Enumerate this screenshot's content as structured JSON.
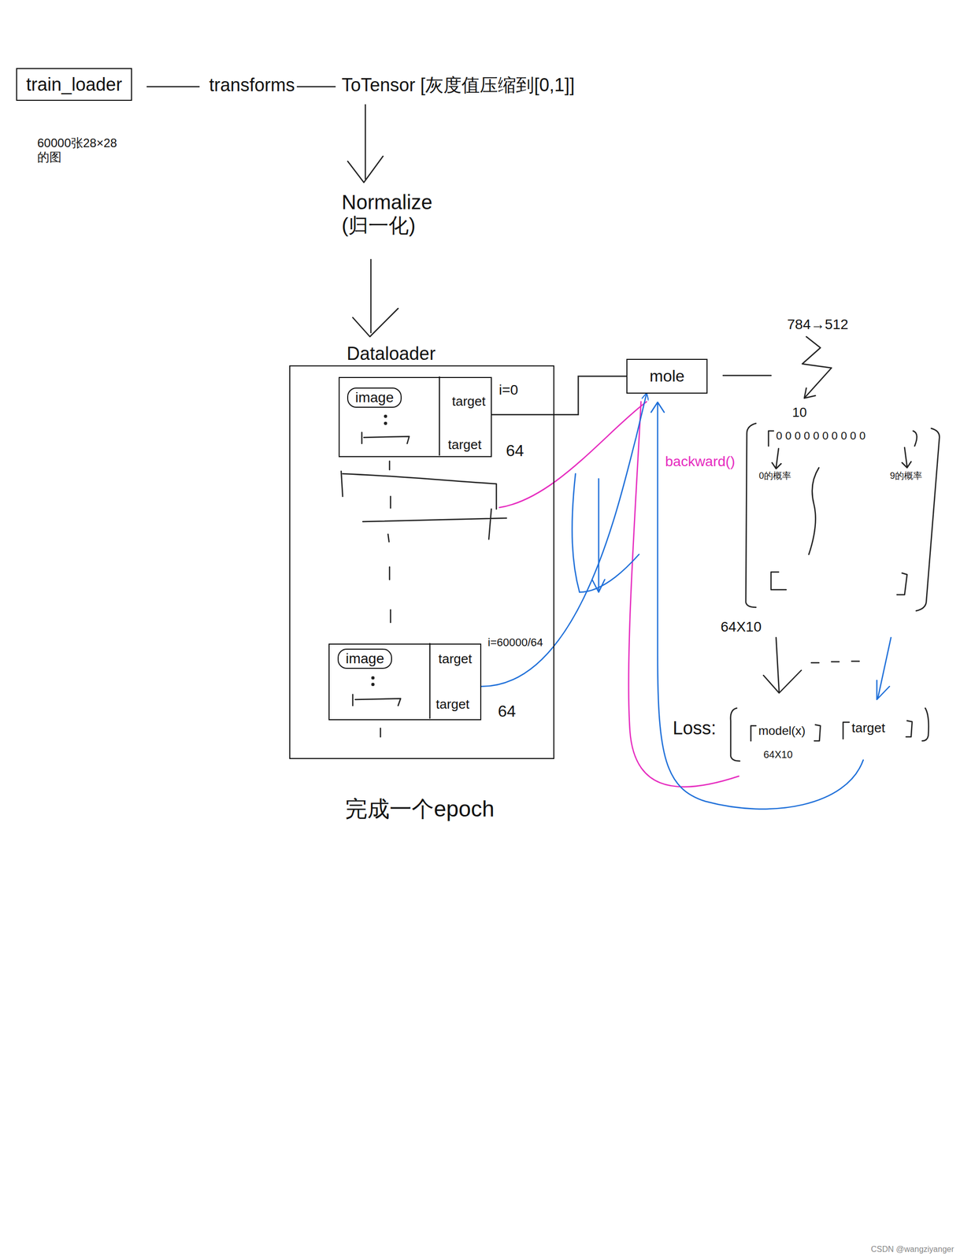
{
  "diagram": {
    "nodes": [
      {
        "text": [
          "train_loader",
          "60000张28×28的图"
        ]
      },
      {
        "text": [
          "Dataloader"
        ]
      },
      {
        "text": [
          "target",
          "target"
        ],
        "in": 1
      },
      {
        "text": [
          "image"
        ],
        "in": 2
      },
      {
        "text": [
          "target",
          "target"
        ],
        "in": 1
      },
      {
        "text": [
          "image"
        ],
        "in": 4
      },
      {
        "text": [
          "mole"
        ]
      }
    ],
    "edges": [
      {
        "from": 2,
        "to": 6,
        "arrow": "none"
      },
      {
        "from": 4,
        "to": 6,
        "arrow": "to"
      }
    ],
    "labels": [
      "transforms",
      "ToTensor [灰度值压缩到[0,1]]",
      "Normalize (归一化)",
      "i=0",
      "64",
      "i=60000/64",
      "64",
      "完成一个epoch",
      "784→512",
      "10",
      "0 0 0 0 0 0 0 0 0 0",
      "0的概率",
      "9的概率",
      "64X10",
      "Loss:",
      "model(x)",
      "64X10",
      "target",
      "backward()",
      "CSDN @wangziyanger"
    ]
  }
}
